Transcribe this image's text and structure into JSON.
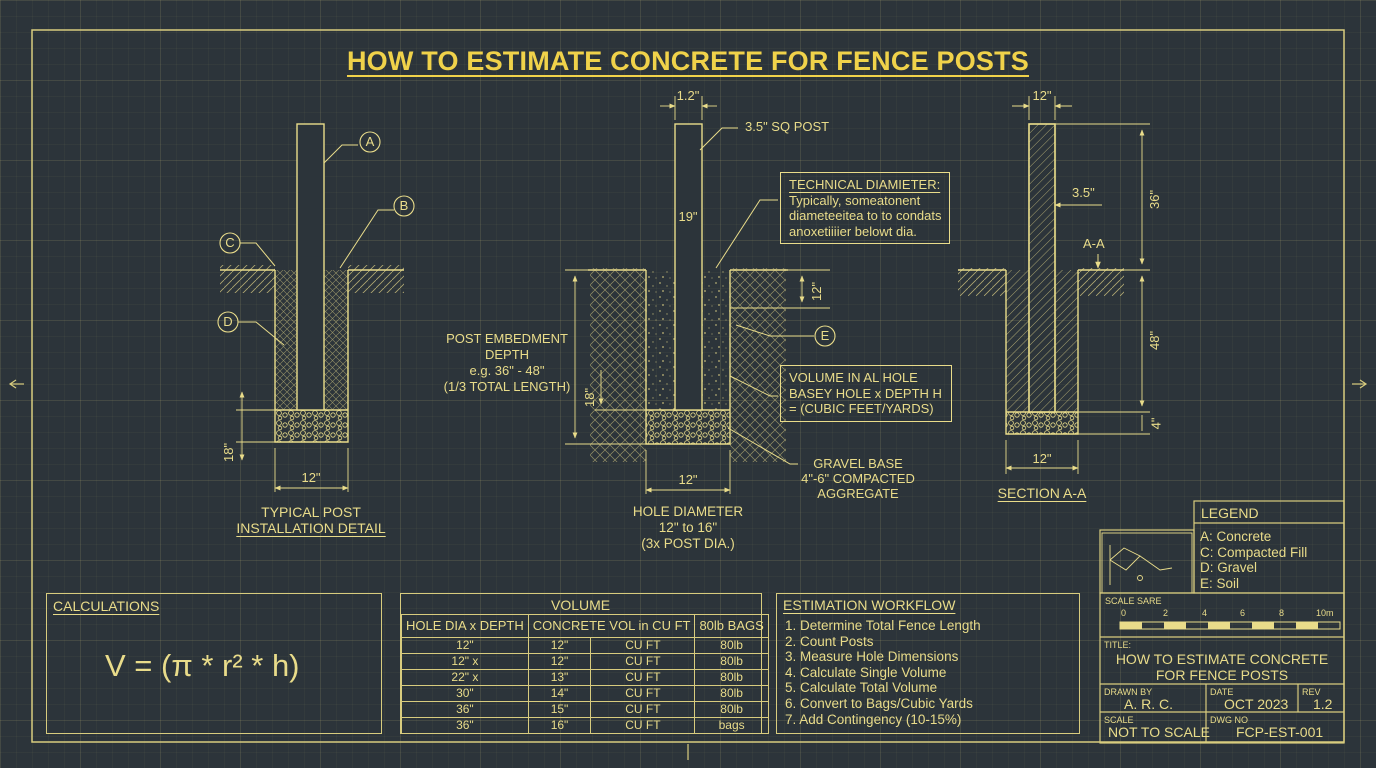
{
  "title": "HOW TO ESTIMATE CONCRETE FOR FENCE POSTS",
  "colors": {
    "background": "#2c343a",
    "line": "#e9dc8a",
    "title": "#f0d24a"
  },
  "detail_left": {
    "markers": [
      "A",
      "B",
      "C",
      "D"
    ],
    "dim_depth": "18\"",
    "dim_width": "12\"",
    "caption_line1": "TYPICAL POST",
    "caption_line2": "INSTALLATION DETAIL"
  },
  "detail_center": {
    "dim_top": "1.2\"",
    "post_label": "3.5\" SQ POST",
    "dim_post": "19\"",
    "tech_title": "TECHNICAL DIAMIETER:",
    "tech_line1": "Typically, someatonent",
    "tech_line2": "diameteeitea to to condats",
    "tech_line3": "anoxetiiiier belowt dia.",
    "dim_upper": "12\"",
    "marker_e": "E",
    "embed_line1": "POST EMBEDMENT",
    "embed_line2": "DEPTH",
    "embed_line3": "e.g. 36\" - 48\"",
    "embed_line4": "(1/3 TOTAL LENGTH)",
    "dim_depth": "18\"",
    "volume_line1": "VOLUME IN AL HOLE",
    "volume_line2": "BASEY HOLE x DEPTH H",
    "volume_line3": "= (CUBIC FEET/YARDS)",
    "gravel_line1": "GRAVEL BASE",
    "gravel_line2": "4\"-6\" COMPACTED",
    "gravel_line3": "AGGREGATE",
    "dim_width": "12\"",
    "hole_line1": "HOLE DIAMETER",
    "hole_line2": "12\" to 16\"",
    "hole_line3": "(3x POST DIA.)"
  },
  "detail_right": {
    "dim_top": "12\"",
    "dim_post": "3.5\"",
    "dim_above": "36\"",
    "section_mark": "A-A",
    "dim_below": "48\"",
    "dim_base": "4\"",
    "dim_width": "12\"",
    "caption": "SECTION A-A"
  },
  "calculations": {
    "title": "CALCULATIONS",
    "formula": "V = (π * r² * h)"
  },
  "volume_table": {
    "title": "VOLUME",
    "headers": [
      "HOLE DIA x DEPTH",
      "CONCRETE VOL in CU FT",
      "80lb BAGS"
    ],
    "rows": [
      [
        "12\"",
        "12\"",
        "CU FT",
        "80lb"
      ],
      [
        "12\" x",
        "12\"",
        "CU FT",
        "80lb"
      ],
      [
        "22\" x",
        "13\"",
        "CU FT",
        "80lb"
      ],
      [
        "30\"",
        "14\"",
        "CU FT",
        "80lb"
      ],
      [
        "36\"",
        "15\"",
        "CU FT",
        "80lb"
      ],
      [
        "36\"",
        "16\"",
        "CU FT",
        "bags"
      ]
    ]
  },
  "workflow": {
    "title": "ESTIMATION WORKFLOW",
    "steps": [
      "1. Determine Total Fence Length",
      "2. Count Posts",
      "3. Measure Hole Dimensions",
      "4. Calculate Single Volume",
      "5. Calculate Total Volume",
      "6. Convert to Bags/Cubic Yards",
      "7. Add Contingency (10-15%)"
    ]
  },
  "legend": {
    "title": "LEGEND",
    "items": [
      "A: Concrete",
      "C: Compacted Fill",
      "D: Gravel",
      "E: Soil"
    ]
  },
  "title_block": {
    "scale_bar_label": "SCALE SARE",
    "scale_ticks": [
      "0",
      "2",
      "4",
      "6",
      "8",
      "10m"
    ],
    "title_label": "TITLE:",
    "title_line1": "HOW TO ESTIMATE CONCRETE",
    "title_line2": "FOR FENCE POSTS",
    "drawn_by_label": "DRAWN BY",
    "drawn_by": "A. R. C.",
    "date_label": "DATE",
    "date": "OCT 2023",
    "rev_label": "REV",
    "rev": "1.2",
    "scale_label": "SCALE",
    "scale": "NOT TO SCALE",
    "dwg_label": "DWG NO",
    "dwg": "FCP-EST-001"
  }
}
